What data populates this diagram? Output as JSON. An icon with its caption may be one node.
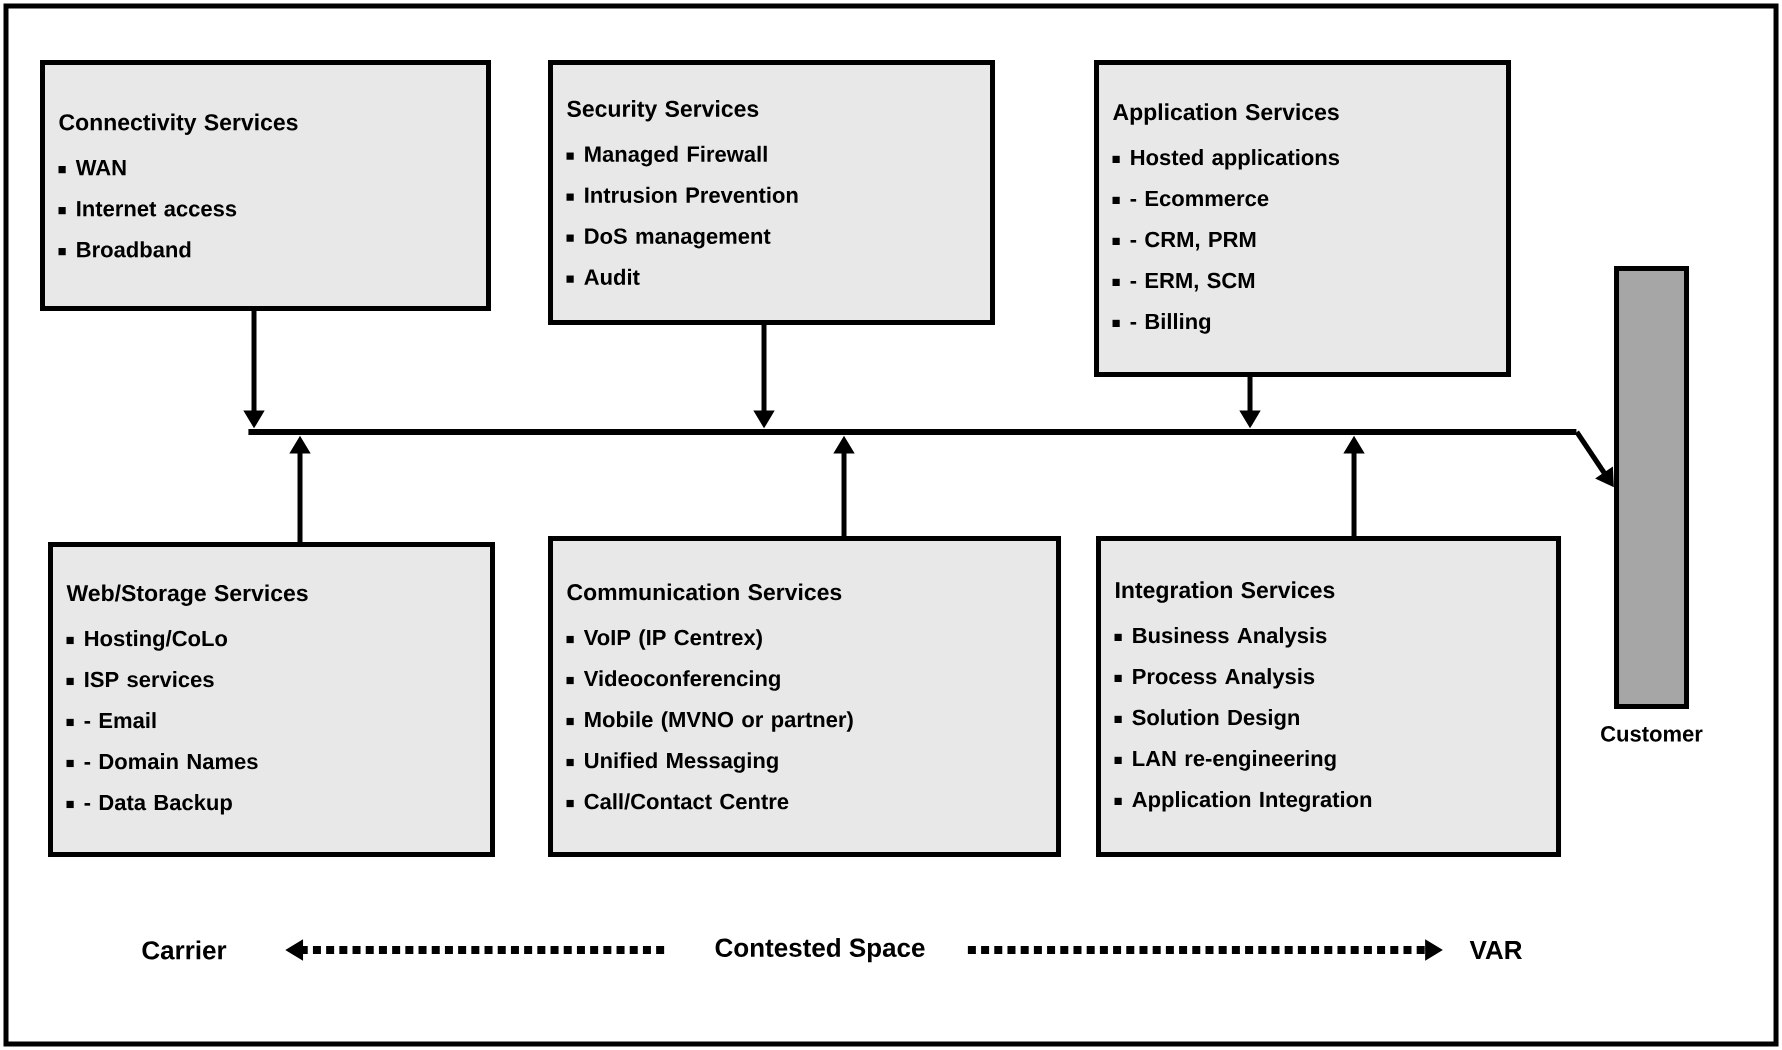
{
  "diagram": {
    "nodes": [
      {
        "text": [
          "Connectivity Services",
          "WAN",
          "Internet access",
          "Broadband"
        ]
      },
      {
        "text": [
          "Security Services",
          "Managed Firewall",
          "Intrusion Prevention",
          "DoS management",
          "Audit"
        ]
      },
      {
        "text": [
          "Application Services",
          "Hosted applications",
          "- Ecommerce",
          "- CRM, PRM",
          "- ERM, SCM",
          "- Billing"
        ]
      },
      {
        "text": [],
        "shape": "bar"
      },
      {
        "text": [
          "Web/Storage Services",
          "Hosting/CoLo",
          "ISP services",
          "- Email",
          "- Domain Names",
          "- Data Backup"
        ]
      },
      {
        "text": [
          "Communication Services",
          "VoIP (IP Centrex)",
          "Videoconferencing",
          "Mobile (MVNO or partner)",
          "Unified Messaging",
          "Call/Contact Centre"
        ]
      },
      {
        "text": [
          "Integration Services",
          "Business Analysis",
          "Process Analysis",
          "Solution Design",
          "LAN re-engineering",
          "Application Integration"
        ]
      },
      {
        "text": [
          "Customer"
        ]
      },
      {
        "text": [
          "Carrier"
        ]
      },
      {
        "text": [
          "Contested Space"
        ]
      },
      {
        "text": [
          "VAR"
        ]
      }
    ],
    "edges": [
      {
        "from": 0,
        "to": 3,
        "arrow": "to"
      },
      {
        "from": 1,
        "to": 3,
        "arrow": "to"
      },
      {
        "from": 2,
        "to": 3,
        "arrow": "to"
      },
      {
        "from": 4,
        "to": 3,
        "arrow": "to"
      },
      {
        "from": 5,
        "to": 3,
        "arrow": "to"
      },
      {
        "from": 6,
        "to": 3,
        "arrow": "to"
      },
      {
        "from": 3,
        "to": 7,
        "arrow": "to"
      },
      {
        "from": 9,
        "to": 8,
        "arrow": "to",
        "style": "dashed"
      },
      {
        "from": 9,
        "to": 10,
        "arrow": "to",
        "style": "dashed"
      }
    ]
  }
}
